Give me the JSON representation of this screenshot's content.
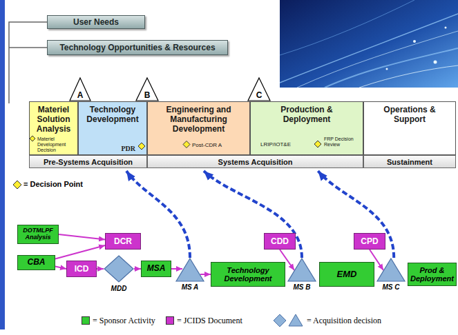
{
  "diagram": {
    "nodes": [
      {
        "text": [
          "User Needs"
        ]
      },
      {
        "text": [
          "Technology Opportunities & Resources"
        ]
      },
      {
        "text": [
          "A"
        ]
      },
      {
        "text": [
          "B"
        ]
      },
      {
        "text": [
          "C"
        ]
      },
      {
        "text": [
          "Materiel Solution Analysis",
          "Materiel Development Decision"
        ]
      },
      {
        "text": [
          "Technology Development",
          "PDR"
        ]
      },
      {
        "text": [
          "Engineering and Manufacturing Development",
          "Post-CDR A"
        ]
      },
      {
        "text": [
          "Production & Deployment",
          "LRIP/IOT&E",
          "FRP Decision Review"
        ]
      },
      {
        "text": [
          "Operations & Support"
        ]
      },
      {
        "text": [
          "Pre-Systems Acquisition"
        ]
      },
      {
        "text": [
          "Systems Acquisition"
        ]
      },
      {
        "text": [
          "Sustainment"
        ]
      },
      {
        "text": [
          "DOTMLPF Analysis"
        ]
      },
      {
        "text": [
          "DCR"
        ]
      },
      {
        "text": [
          "CBA"
        ]
      },
      {
        "text": [
          "ICD"
        ]
      },
      {
        "text": [
          "MDD"
        ]
      },
      {
        "text": [
          "MSA"
        ]
      },
      {
        "text": [
          "MS A"
        ]
      },
      {
        "text": [
          "Technology Development"
        ]
      },
      {
        "text": [
          "CDD"
        ]
      },
      {
        "text": [
          "MS B"
        ]
      },
      {
        "text": [
          "EMD"
        ]
      },
      {
        "text": [
          "CPD"
        ]
      },
      {
        "text": [
          "MS C"
        ]
      },
      {
        "text": [
          "Prod & Deployment"
        ]
      }
    ],
    "edges": [
      {
        "from": 13,
        "to": 14,
        "arrow": "to"
      },
      {
        "from": 15,
        "to": 14,
        "arrow": "to"
      },
      {
        "from": 15,
        "to": 16,
        "arrow": "to"
      },
      {
        "from": 16,
        "to": 17,
        "arrow": "to"
      },
      {
        "from": 17,
        "to": 18,
        "arrow": "to"
      },
      {
        "from": 18,
        "to": 19,
        "arrow": "to"
      },
      {
        "from": 19,
        "to": 20,
        "arrow": "to"
      },
      {
        "from": 21,
        "to": 22,
        "arrow": "to"
      },
      {
        "from": 24,
        "to": 25,
        "arrow": "to"
      },
      {
        "from": 19,
        "to": 6,
        "arrow": "to"
      },
      {
        "from": 22,
        "to": 7,
        "arrow": "to"
      },
      {
        "from": 25,
        "to": 8,
        "arrow": "to"
      }
    ],
    "legend": [
      {
        "text": "= Decision Point"
      },
      {
        "text": "= Sponsor Activity",
        "color": "#33cc33"
      },
      {
        "text": "= JCIDS Document",
        "color": "#cc33cc"
      },
      {
        "text": "= Acquisition decision"
      }
    ]
  }
}
